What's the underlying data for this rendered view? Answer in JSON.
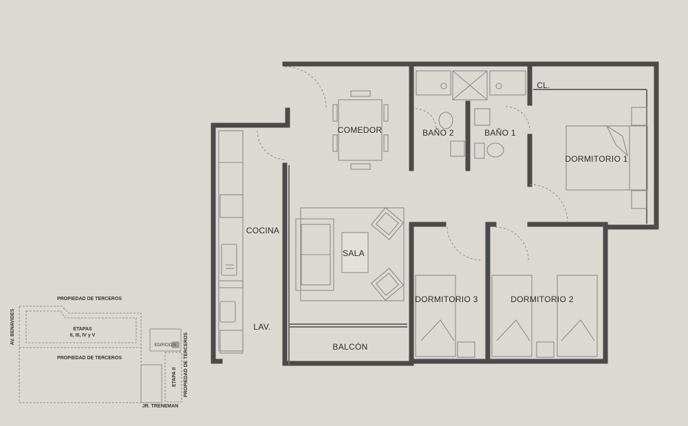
{
  "rooms": {
    "comedor": "COMEDOR",
    "bano2": "BAÑO 2",
    "bano1": "BAÑO 1",
    "closet": "CL.",
    "dormitorio1": "DORMITORIO 1",
    "cocina": "COCINA",
    "sala": "SALA",
    "dormitorio3": "DORMITORIO 3",
    "dormitorio2": "DORMITORIO 2",
    "lavanderia": "LAV.",
    "balcon": "BALCÓN"
  },
  "site_map": {
    "avenue_left": "AV. BENAVIDES",
    "neighbor_top": "PROPIEDAD DE TERCEROS",
    "etapas_title": "ETAPAS",
    "etapas_list": "II, III, IV y V",
    "neighbor_middle": "PROPIEDAD DE TERCEROS",
    "edificio": "EDIFICIO A",
    "etapa": "ETAPA II",
    "neighbor_right": "PROPIEDAD DE TERCEROS",
    "street_bottom": "JR. TRENEMAN"
  },
  "colors": {
    "background": "#dcd9d3",
    "walls": "#4a4a4a",
    "furniture": "#8a8a8a"
  }
}
